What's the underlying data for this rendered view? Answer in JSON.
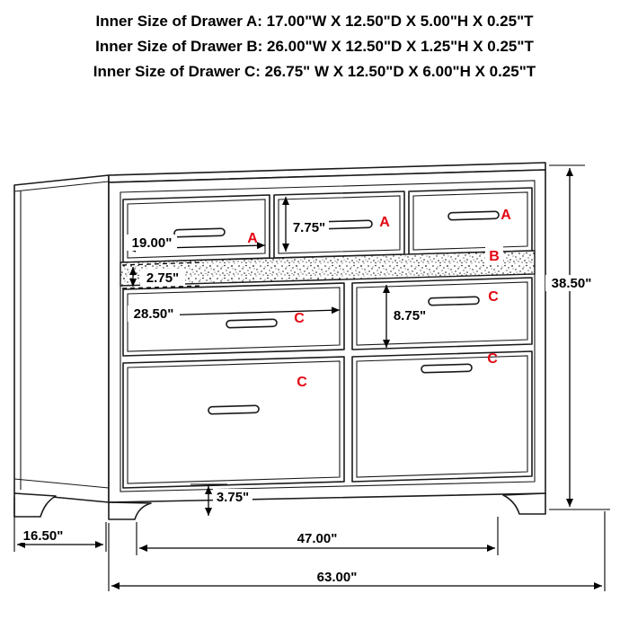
{
  "header": {
    "lines": [
      "Inner Size of Drawer A: 17.00\"W X 12.50\"D X 5.00\"H X 0.25\"T",
      "Inner Size of Drawer B: 26.00\"W X 12.50\"D X 1.25\"H X 0.25\"T",
      "Inner Size of Drawer C: 26.75\" W X 12.50\"D X 6.00\"H X 0.25\"T"
    ]
  },
  "diagram": {
    "labels": {
      "a": "A",
      "b": "B",
      "c": "C"
    },
    "dimensions": {
      "a_width": "19.00\"",
      "a_height": "7.75\"",
      "b_height": "2.75\"",
      "c_width": "28.50\"",
      "c_height": "8.75\"",
      "overall_height": "38.50\"",
      "base_height": "3.75\"",
      "depth": "16.50\"",
      "feet_span": "47.00\"",
      "overall_width": "63.00\""
    },
    "colors": {
      "letter_red": "#e30613",
      "dimension_text": "#000000",
      "line": "#000000"
    }
  }
}
